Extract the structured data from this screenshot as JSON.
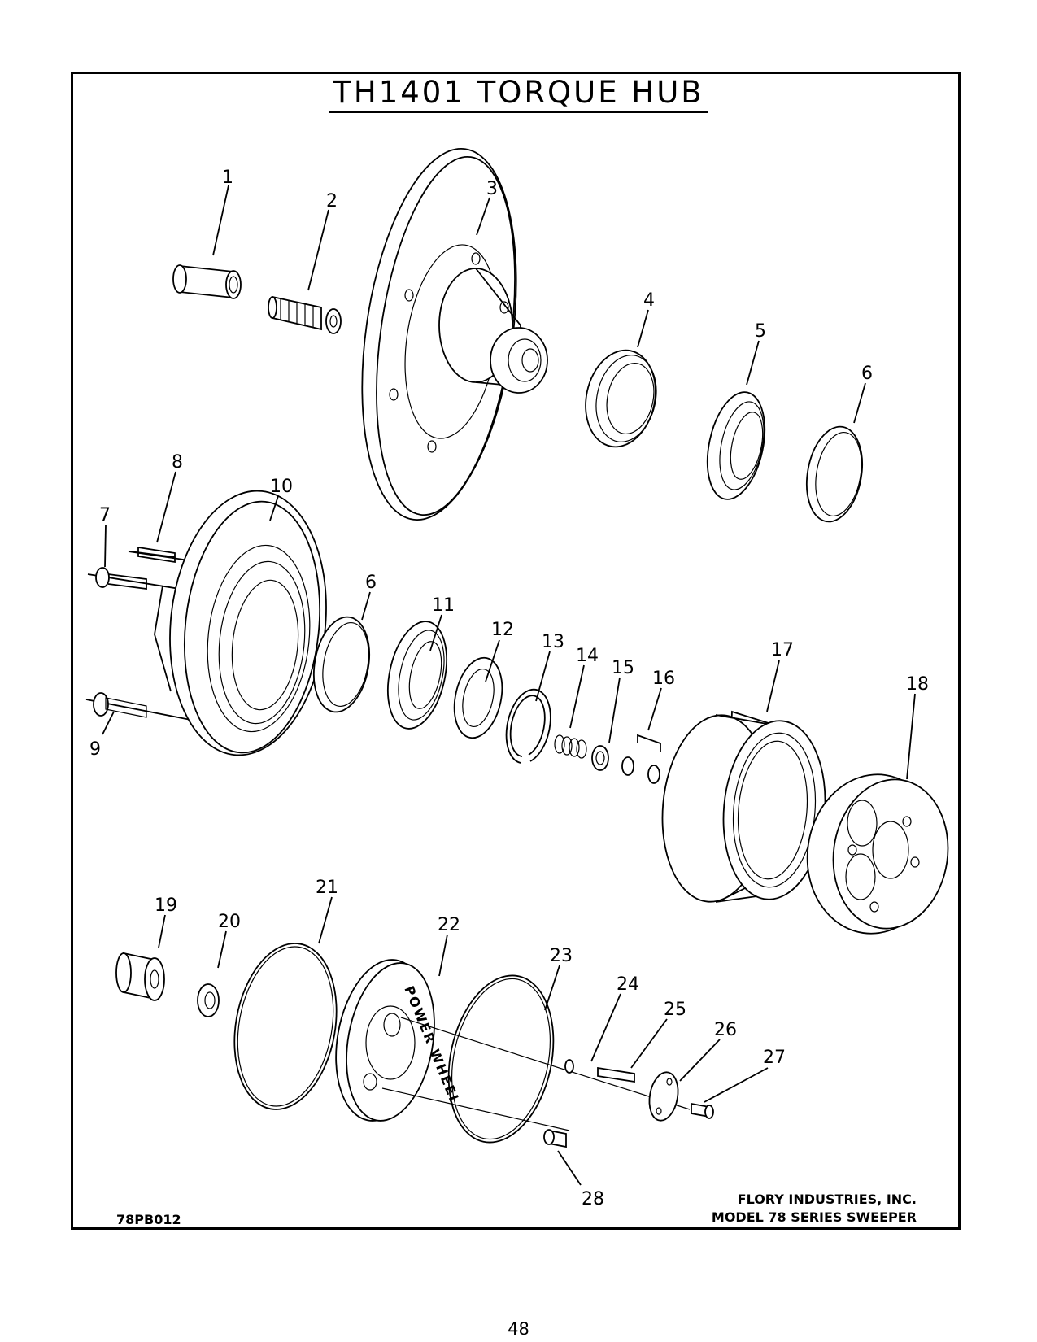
{
  "title": "TH1401 TORQUE HUB",
  "drawing_code": "78PB012",
  "company": {
    "line1": "FLORY INDUSTRIES, INC.",
    "line2": "MODEL 78 SERIES SWEEPER"
  },
  "page_number": "48",
  "hub_lettering": "POWER WHEEL",
  "callouts": [
    "1",
    "2",
    "3",
    "4",
    "5",
    "6",
    "6",
    "7",
    "8",
    "9",
    "10",
    "11",
    "12",
    "13",
    "14",
    "15",
    "16",
    "17",
    "18",
    "19",
    "20",
    "21",
    "22",
    "23",
    "24",
    "25",
    "26",
    "27",
    "28"
  ]
}
